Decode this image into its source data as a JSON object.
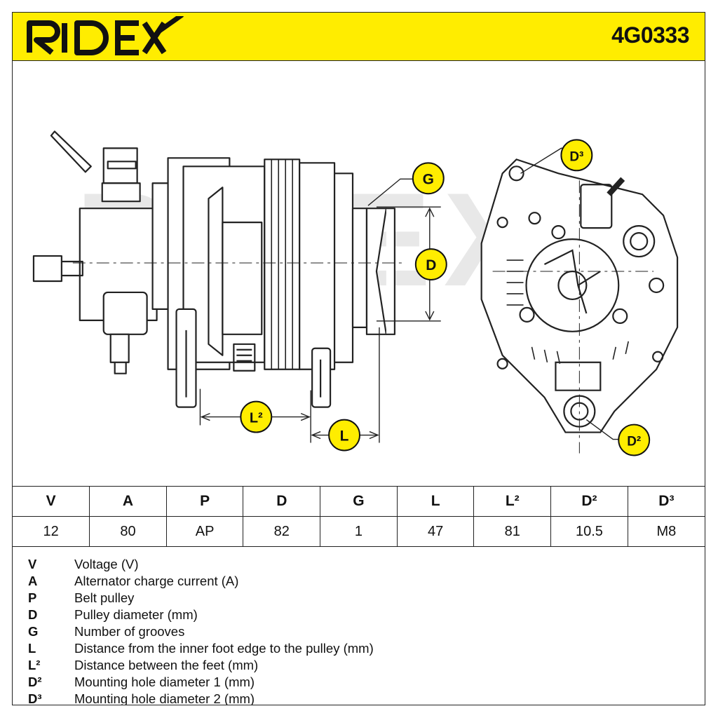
{
  "header": {
    "brand": "RIDEX",
    "part_number": "4G0333"
  },
  "drawing": {
    "watermark": "RIDEX",
    "callouts": {
      "G": "G",
      "D": "D",
      "L2": "L²",
      "L": "L",
      "D2": "D²",
      "D3": "D³"
    }
  },
  "specs_table": {
    "headers": [
      "V",
      "A",
      "P",
      "D",
      "G",
      "L",
      "L²",
      "D²",
      "D³"
    ],
    "values": [
      "12",
      "80",
      "AP",
      "82",
      "1",
      "47",
      "81",
      "10.5",
      "M8"
    ]
  },
  "legend": [
    {
      "key": "V",
      "desc": "Voltage (V)"
    },
    {
      "key": "A",
      "desc": "Alternator charge current (A)"
    },
    {
      "key": "P",
      "desc": "Belt pulley"
    },
    {
      "key": "D",
      "desc": "Pulley diameter (mm)"
    },
    {
      "key": "G",
      "desc": "Number of grooves"
    },
    {
      "key": "L",
      "desc": "Distance from the inner foot edge to the pulley (mm)"
    },
    {
      "key": "L²",
      "desc": "Distance between the feet (mm)"
    },
    {
      "key": "D²",
      "desc": "Mounting hole diameter 1 (mm)"
    },
    {
      "key": "D³",
      "desc": "Mounting hole diameter 2 (mm)"
    }
  ],
  "colors": {
    "brand_yellow": "#ffed00",
    "line": "#222222",
    "watermark": "#e6e6e6"
  }
}
